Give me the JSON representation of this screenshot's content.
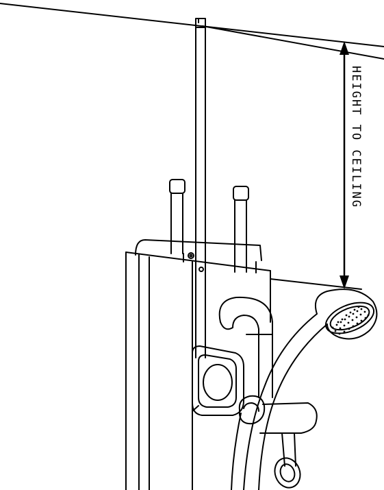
{
  "diagram": {
    "dimension_label": "HEIGHT TO CEILING",
    "line_color": "#000000",
    "background_color": "#ffffff",
    "parts": [
      "ceiling",
      "wall",
      "rail",
      "inlet-pipe-left",
      "inlet-pipe-right",
      "shower-unit",
      "outlet-elbow",
      "control-knob",
      "shower-hose",
      "shower-head",
      "slider-bracket",
      "hose-ring"
    ]
  }
}
